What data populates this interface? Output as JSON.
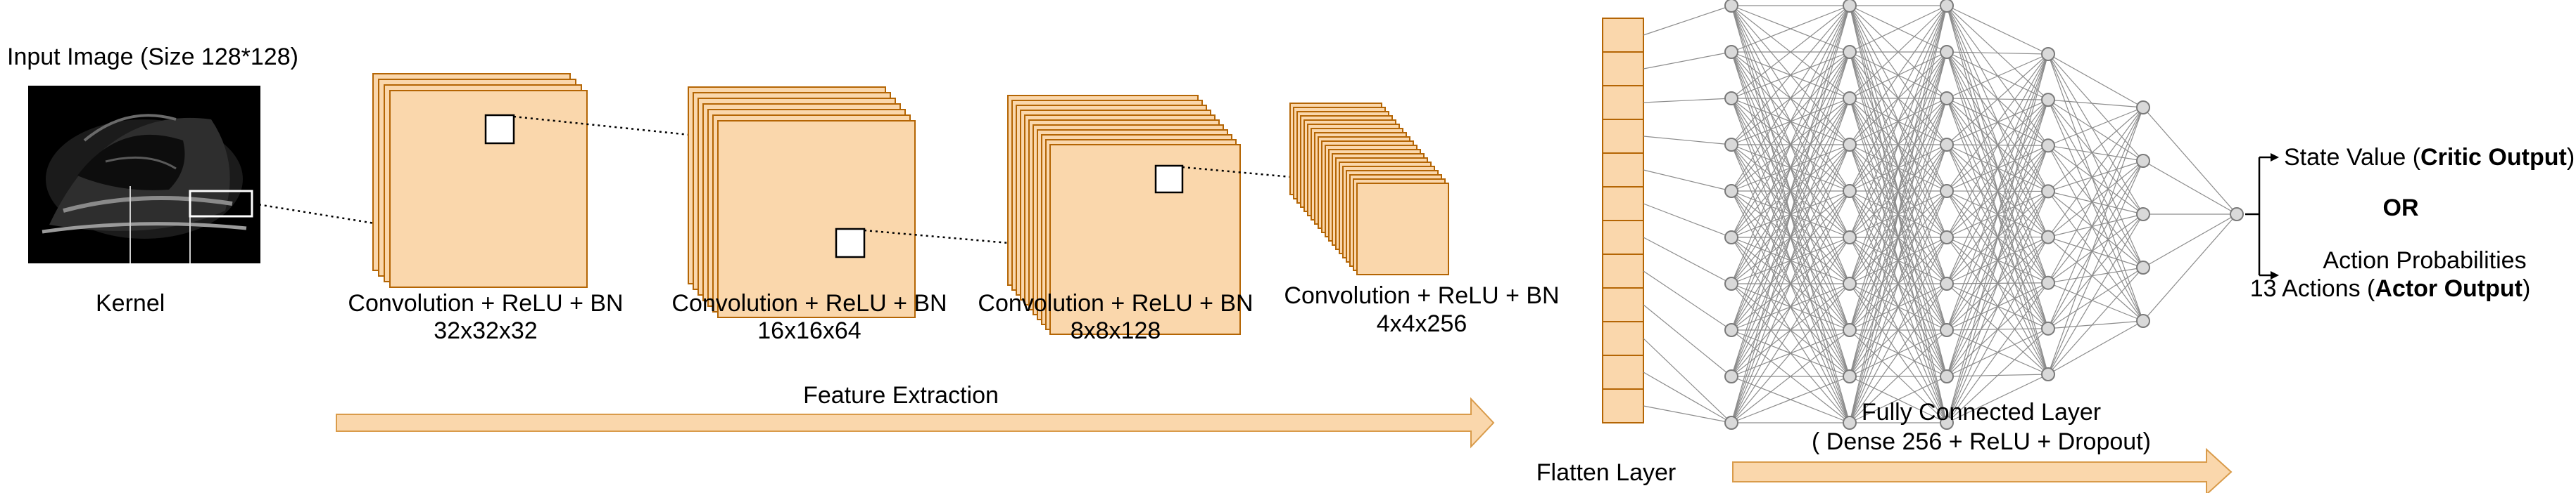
{
  "input": {
    "title": "Input Image (Size 128*128)",
    "kernel_label": "Kernel"
  },
  "conv_layers": [
    {
      "label": "Convolution + ReLU + BN",
      "dims": "32x32x32"
    },
    {
      "label": "Convolution + ReLU + BN",
      "dims": "16x16x64"
    },
    {
      "label": "Convolution + ReLU + BN",
      "dims": "8x8x128"
    },
    {
      "label": "Convolution + ReLU + BN",
      "dims": "4x4x256"
    }
  ],
  "feature_extraction_label": "Feature Extraction",
  "flatten_label": "Flatten Layer",
  "fc": {
    "title": "Fully Connected Layer",
    "detail": "( Dense 256 + ReLU + Dropout)"
  },
  "outputs": {
    "critic_prefix": "State Value (",
    "critic_bold": "Critic Output",
    "critic_suffix": ")",
    "or_label": "OR",
    "actor_line1": "Action Probabilities",
    "actor_prefix": "13 Actions (",
    "actor_bold": "Actor Output",
    "actor_suffix": ")"
  },
  "network": {
    "layer_sizes": [
      10,
      10,
      10,
      8,
      5,
      1
    ]
  },
  "colors": {
    "feature_fill": "#fad7ac",
    "feature_stroke": "#b46504",
    "neuron_fill": "#d9d9d9"
  }
}
